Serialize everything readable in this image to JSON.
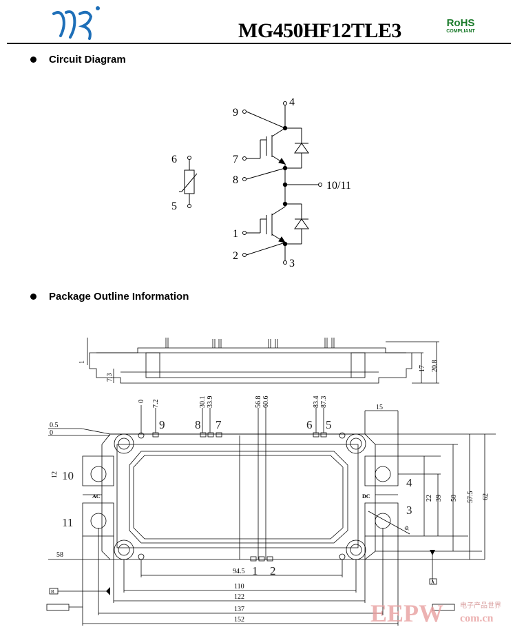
{
  "header": {
    "part_number": "MG450HF12TLE3",
    "rohs_main": "RoHS",
    "rohs_sub": "COMPLIANT"
  },
  "sections": {
    "circuit": "Circuit Diagram",
    "package": "Package Outline Information"
  },
  "circuit": {
    "pins": {
      "p9": "9",
      "p4": "4",
      "p7": "7",
      "p8": "8",
      "p1011": "10/11",
      "p6": "6",
      "p5": "5",
      "p1": "1",
      "p2": "2",
      "p3": "3"
    }
  },
  "outline": {
    "side_dims": {
      "d1": "1",
      "d73": "7.3",
      "d17": "17",
      "d208": "20.8"
    },
    "top_dims": [
      "0",
      "7.2",
      "30.1",
      "33.9",
      "56.8",
      "60.6",
      "83.4",
      "87.3"
    ],
    "pins_top": {
      "p9": "9",
      "p8": "8",
      "p7": "7",
      "p6": "6",
      "p5": "5"
    },
    "pins_side": {
      "p10": "10",
      "p11": "11",
      "p4": "4",
      "p3": "3",
      "p1": "1",
      "p2": "2"
    },
    "dims": {
      "d05": "0.5",
      "d0": "0",
      "d15": "15",
      "d12": "12",
      "d22": "22",
      "d39": "39",
      "d50": "50",
      "d575": "57.5",
      "d62": "62",
      "d58": "58",
      "d945": "94.5",
      "d110": "110",
      "d122": "122",
      "d137": "137",
      "d152": "152",
      "phi": "φ"
    },
    "labels": {
      "ac": "AC",
      "dc": "DC",
      "datum_a": "A",
      "datum_b": "B"
    },
    "watermark": {
      "main": "EEPW",
      "site": "com.cn",
      "cn": "电子产品世界"
    }
  }
}
